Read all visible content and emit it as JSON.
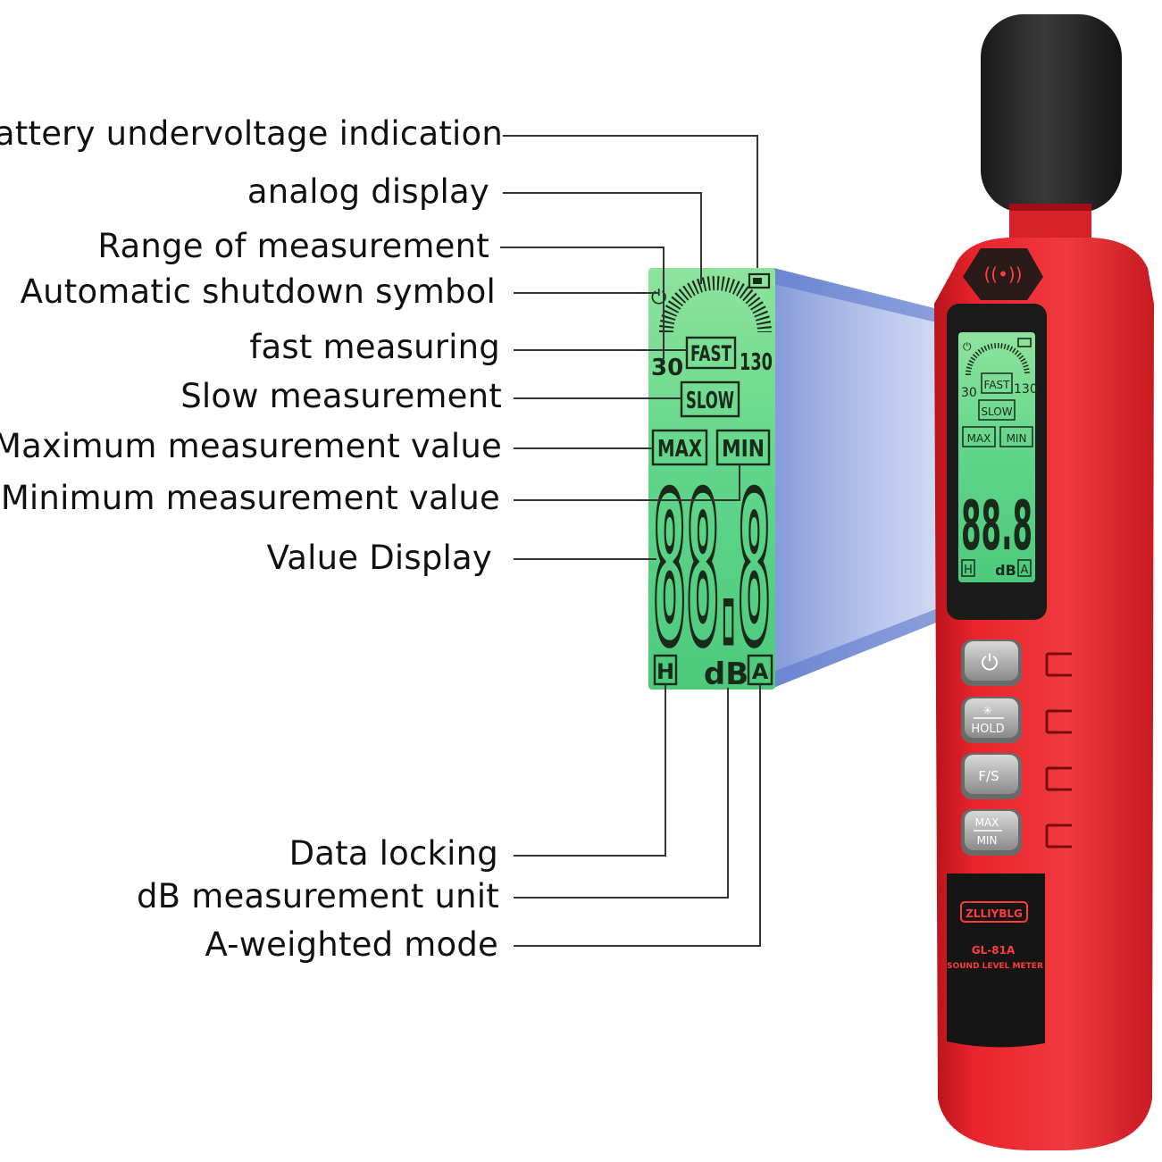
{
  "callouts": {
    "battery": "Battery undervoltage indication",
    "analog": "analog display",
    "range": "Range of measurement",
    "shutdown": "Automatic shutdown symbol",
    "fast": "fast measuring",
    "slow": "Slow measurement",
    "max": "Maximum measurement value",
    "min": "Minimum measurement value",
    "value": "Value Display",
    "hold": "Data locking",
    "db": "dB measurement unit",
    "aweight": "A-weighted mode"
  },
  "lcd": {
    "range_low": "30",
    "range_high": "130",
    "fast": "FAST",
    "slow": "SLOW",
    "max": "MAX",
    "min": "MIN",
    "digits": "88.8",
    "hold": "H",
    "unit": "dB",
    "weight": "A"
  },
  "device": {
    "buttons": {
      "hold": "HOLD",
      "fs": "F/S",
      "max": "MAX",
      "min": "MIN"
    },
    "brand": "ZLLIYBLG",
    "model": "GL-81A",
    "subtitle": "SOUND LEVEL METER"
  },
  "icons": {
    "power": "power-icon",
    "battery": "battery-icon",
    "backlight": "sun-icon",
    "sound": "sound-wave-icon"
  },
  "colors": {
    "body": "#e8242b",
    "lcd": "#66d98c",
    "projection": "#8ea3dc",
    "mic": "#2a2a2a"
  }
}
